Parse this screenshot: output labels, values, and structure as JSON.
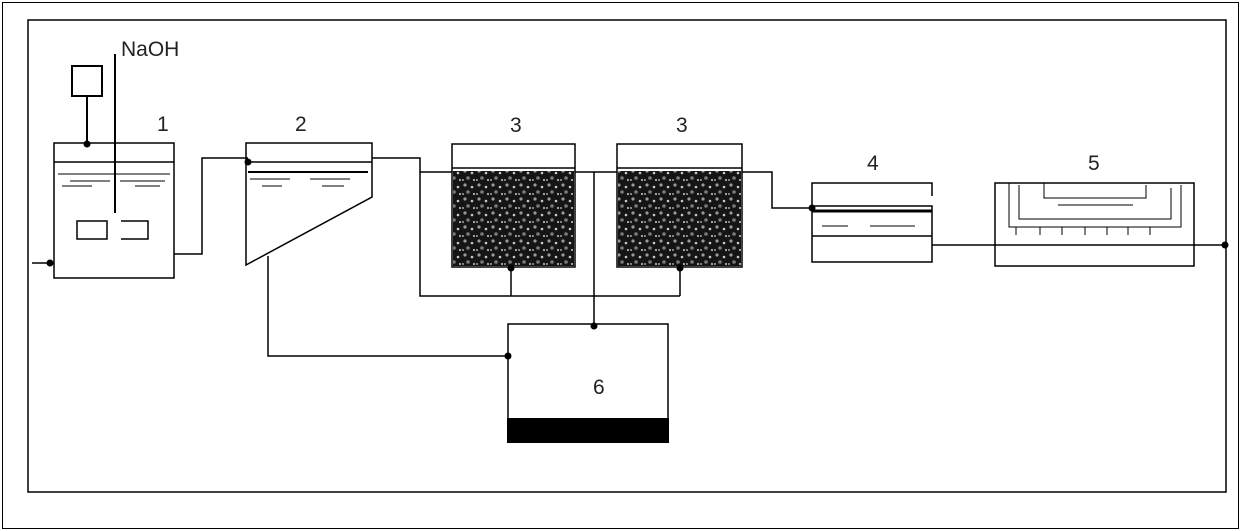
{
  "diagram": {
    "reagent_label": "NaOH",
    "units": [
      {
        "id": "unit-1",
        "number": "1"
      },
      {
        "id": "unit-2",
        "number": "2"
      },
      {
        "id": "unit-3a",
        "number": "3"
      },
      {
        "id": "unit-3b",
        "number": "3"
      },
      {
        "id": "unit-4",
        "number": "4"
      },
      {
        "id": "unit-5",
        "number": "5"
      },
      {
        "id": "unit-6",
        "number": "6"
      }
    ]
  }
}
